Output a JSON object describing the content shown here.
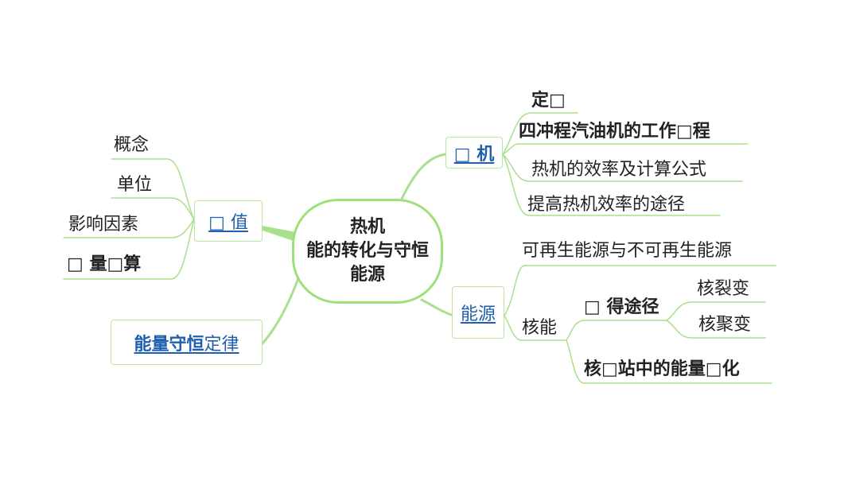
{
  "center": {
    "line1": "热机",
    "line2": "能的转化与守恒",
    "line3": "能源"
  },
  "branches": {
    "heat_engine": {
      "label": "□ 机",
      "items": [
        "定□",
        "四冲程汽油机的工作□程",
        "热机的效率及计算公式",
        "提高热机效率的途径"
      ]
    },
    "energy_source": {
      "label": "能源",
      "items": [
        "可再生能源与不可再生能源"
      ],
      "nuclear": {
        "label": "核能",
        "acquire": {
          "label": "□ 得途径",
          "items": [
            "核裂变",
            "核聚变"
          ]
        },
        "plant": "核□站中的能量□化"
      }
    },
    "heat_value": {
      "label": "□ 值",
      "items": [
        "概念",
        "单位",
        "影响因素",
        "□ 量□算"
      ]
    },
    "conservation": {
      "label_bold": "能量守恒",
      "label_rest": "定律"
    }
  },
  "colors": {
    "branch_line": "#a8e08c",
    "center_border": "#9ce07a",
    "link_text": "#1f5fad"
  }
}
